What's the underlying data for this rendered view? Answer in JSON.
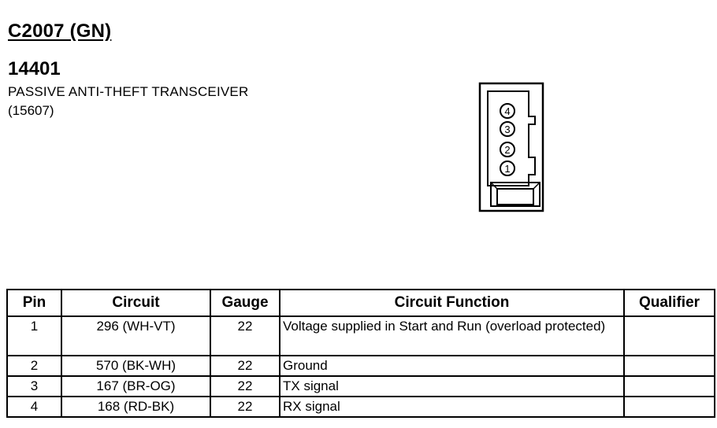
{
  "header": {
    "connector_id": "C2007 (GN)",
    "part_number": "14401",
    "part_name": "PASSIVE ANTI-THEFT TRANSCEIVER",
    "part_ref": "(15607)"
  },
  "connector": {
    "pin_labels": [
      "4",
      "3",
      "2",
      "1"
    ]
  },
  "table": {
    "headers": {
      "pin": "Pin",
      "circuit": "Circuit",
      "gauge": "Gauge",
      "function": "Circuit Function",
      "qualifier": "Qualifier"
    },
    "rows": [
      {
        "pin": "1",
        "circuit": "296 (WH-VT)",
        "gauge": "22",
        "function": "Voltage supplied in Start and Run (overload protected)",
        "qualifier": ""
      },
      {
        "pin": "2",
        "circuit": "570 (BK-WH)",
        "gauge": "22",
        "function": "Ground",
        "qualifier": ""
      },
      {
        "pin": "3",
        "circuit": "167 (BR-OG)",
        "gauge": "22",
        "function": "TX signal",
        "qualifier": ""
      },
      {
        "pin": "4",
        "circuit": "168 (RD-BK)",
        "gauge": "22",
        "function": "RX signal",
        "qualifier": ""
      }
    ]
  }
}
